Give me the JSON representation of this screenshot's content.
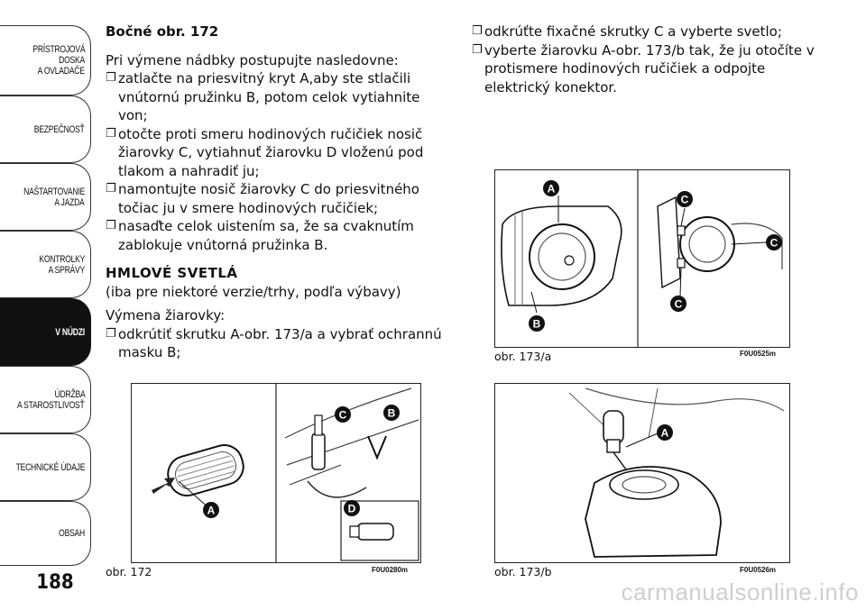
{
  "sidebar": {
    "tabs": [
      {
        "lines": [
          "PRÍSTROJOVÁ",
          "DOSKA",
          "A OVLADAČE"
        ]
      },
      {
        "lines": [
          "BEZPEČNOSŤ"
        ]
      },
      {
        "lines": [
          "NAŠTARTOVANIE",
          "A JAZDA"
        ]
      },
      {
        "lines": [
          "KONTROLKY",
          "A SPRÁVY"
        ]
      },
      {
        "lines": [
          "V NÚDZI"
        ]
      },
      {
        "lines": [
          "ÚDRŽBA",
          "A STAROSTLIVOSŤ"
        ]
      },
      {
        "lines": [
          "TECHNICKÉ ÚDAJE"
        ]
      },
      {
        "lines": [
          "OBSAH"
        ]
      }
    ],
    "active_index": 4
  },
  "page_number": "188",
  "left_column": {
    "heading": "Bočné obr. 172",
    "intro": "Pri výmene nádbky postupujte nasledovne:",
    "steps": [
      "zatlačte na priesvitný kryt A,aby ste stlačili vnútornú pružinku B, potom celok vytiahnite von;",
      "otočte proti smeru hodinových ručičiek nosič žiarovky C, vytiahnuť žiarovku D vloženú pod tlakom a nahradiť ju;",
      "namontujte nosič žiarovky C do priesvitného točiac ju v smere hodinových ručičiek;",
      "nasaďte celok uistením sa, že sa cvaknutím zablokuje vnútorná pružinka B."
    ],
    "section_title": "HMLOVÉ SVETLÁ",
    "section_sub": "(iba pre niektoré verzie/trhy, podľa výbavy)",
    "bulb_label": "Výmena žiarovky:",
    "steps2": [
      "odkrútiť skrutku A-obr. 173/a a vybrať ochrannú masku B;"
    ]
  },
  "right_column": {
    "steps": [
      "odkrúťte fixačné skrutky C a vyberte svetlo;",
      "vyberte žiarovku A-obr. 173/b tak, že ju otočíte v protismere hodinových ručičiek a odpojte elektrický konektor."
    ]
  },
  "figures": {
    "fig172": {
      "caption": "obr. 172",
      "code": "F0U0280m",
      "labels": [
        "A",
        "B",
        "C",
        "D"
      ]
    },
    "fig173a": {
      "caption": "obr. 173/a",
      "code": "F0U0525m",
      "labels": [
        "A",
        "B",
        "C",
        "C",
        "C"
      ]
    },
    "fig173b": {
      "caption": "obr. 173/b",
      "code": "F0U0526m",
      "labels": [
        "A"
      ]
    }
  },
  "watermark": "carmanualsonline.info"
}
